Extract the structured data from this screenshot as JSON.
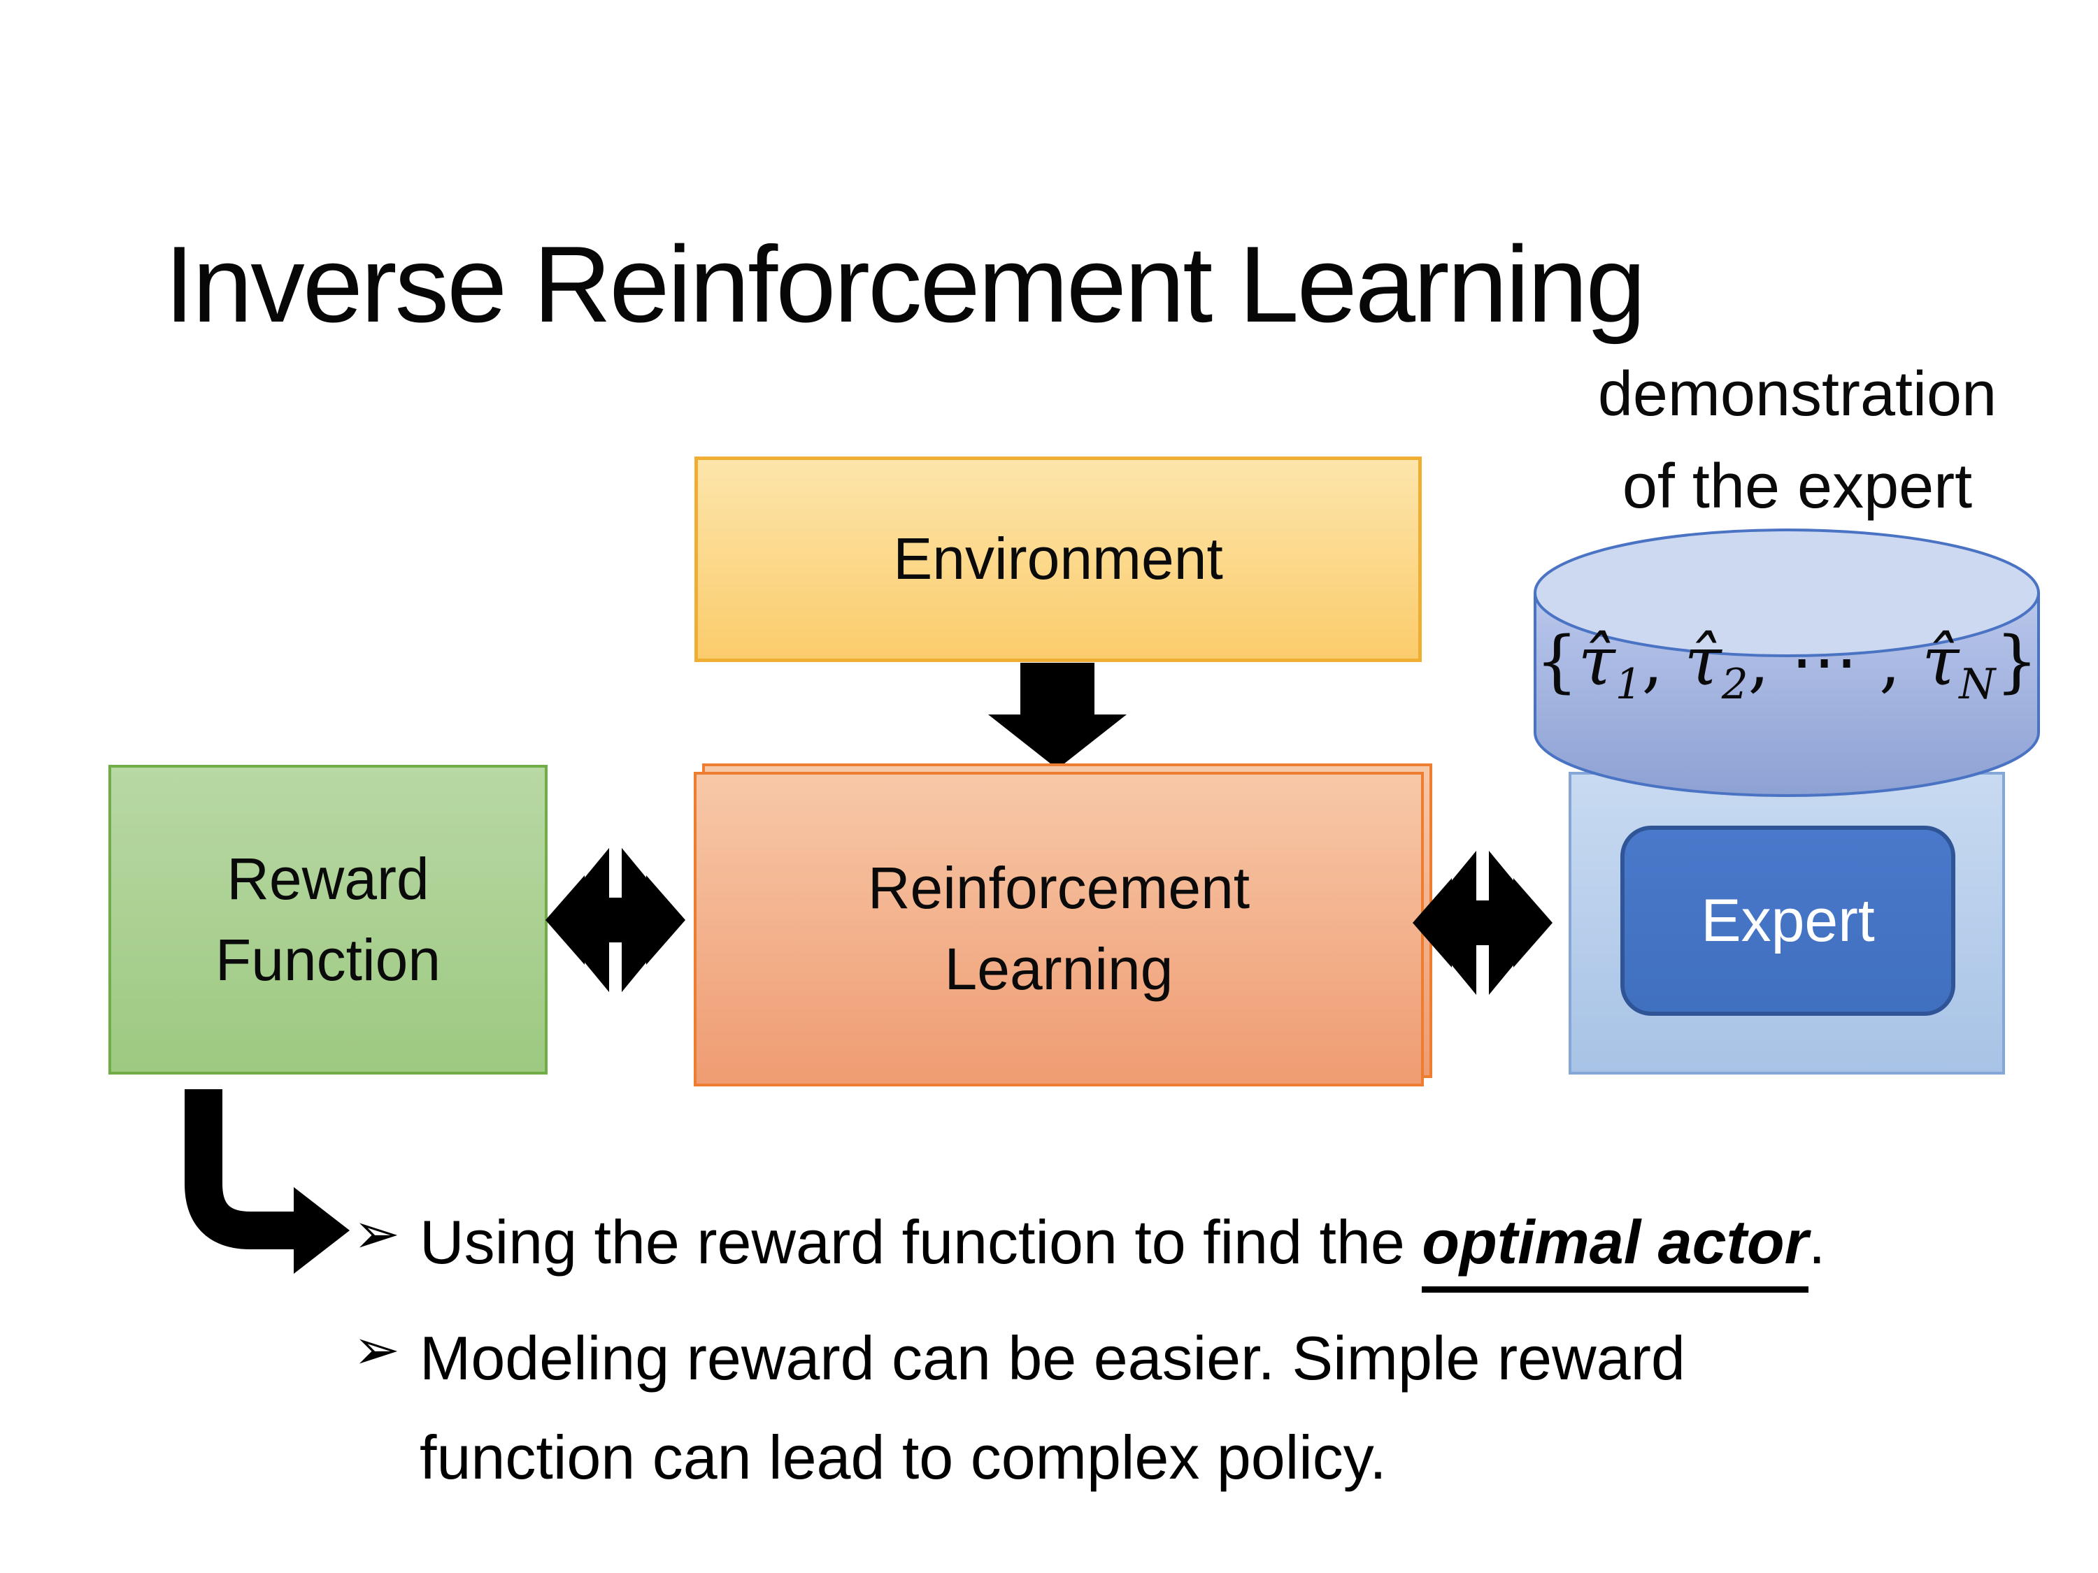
{
  "slide": {
    "title": "Inverse Reinforcement Learning",
    "demo_label": {
      "line1": "demonstration",
      "line2": "of the expert"
    },
    "boxes": {
      "environment": {
        "label": "Environment"
      },
      "reward_function": {
        "label_line1": "Reward",
        "label_line2": "Function"
      },
      "reinforcement_learning": {
        "label_line1": "Reinforcement",
        "label_line2": "Learning"
      },
      "expert": {
        "label": "Expert"
      }
    },
    "cylinder_math": {
      "open": "{",
      "tau1": "τ̂",
      "sub1": "1",
      "comma1": ", ",
      "tau2": "τ̂",
      "sub2": "2",
      "dots": ", ⋯ , ",
      "tau3": "τ̂",
      "sub3": "N",
      "close": "}"
    },
    "bullets": [
      {
        "marker": "➢",
        "pre": "Using the reward function to find the ",
        "emphasis": "optimal actor",
        "post": "."
      },
      {
        "marker": "➢",
        "line1": "Modeling reward can be easier. Simple reward",
        "line2": "function can lead to complex policy."
      }
    ],
    "colors": {
      "environment_fill": "#fbcc6c",
      "environment_border": "#efad33",
      "reward_fill": "#a5cd8a",
      "reward_border": "#70ad47",
      "rl_fill": "#f2a97e",
      "rl_border": "#ed7d31",
      "expert_panel_fill": "#b7cdea",
      "expert_button_fill": "#4472c4",
      "expert_button_border": "#2f5597",
      "cylinder_fill": "#9fb1dd",
      "cylinder_border": "#4a73c4",
      "arrow_color": "#000000",
      "text_color": "#000000"
    }
  }
}
